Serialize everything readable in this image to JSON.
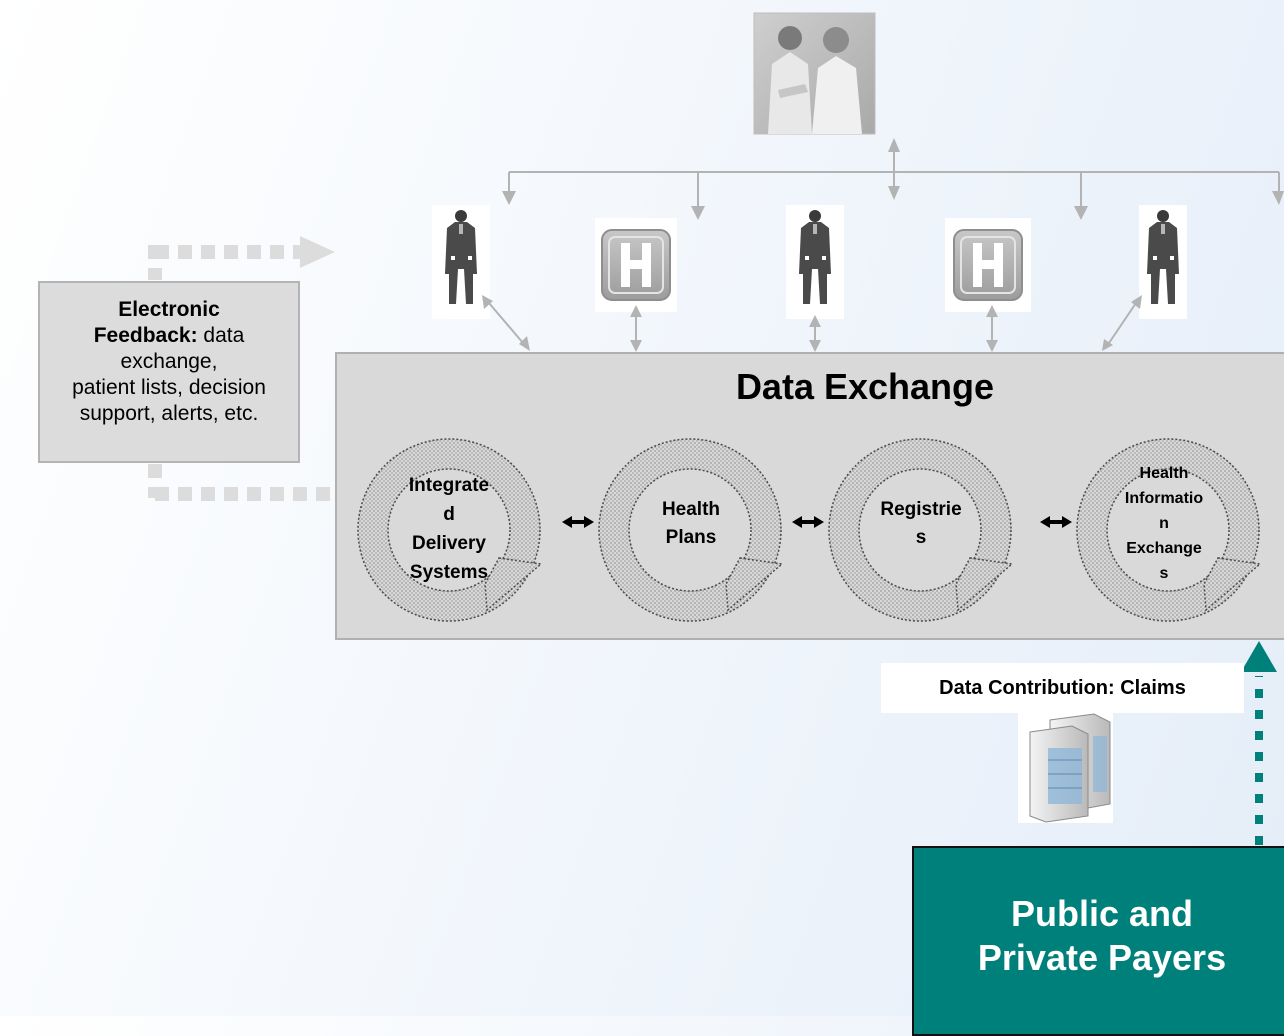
{
  "feedback": {
    "title": "Electronic",
    "title2": "Feedback:",
    "line1": " data",
    "line2": "exchange,",
    "line3": "patient lists, decision",
    "line4": "support, alerts, etc."
  },
  "exchange": {
    "title": "Data Exchange",
    "cycles": [
      {
        "lines": [
          "Integrate",
          "d",
          "Delivery",
          "Systems"
        ]
      },
      {
        "lines": [
          "Health",
          "Plans"
        ]
      },
      {
        "lines": [
          "Registrie",
          "s"
        ]
      },
      {
        "lines": [
          "Health",
          "Informatio",
          "n",
          "Exchange",
          "s"
        ]
      }
    ]
  },
  "contribution": {
    "label": "Data Contribution: Claims"
  },
  "payers": {
    "line1": "Public and",
    "line2": "Private Payers"
  },
  "icons": [
    "patients-photo-icon",
    "physician-icon",
    "hospital-icon",
    "server-icon"
  ],
  "colors": {
    "teal": "#00807a",
    "box_gray": "#d9d9d9",
    "connector_gray": "#b3b3b3",
    "dotted_gray": "#dcdcdc"
  }
}
